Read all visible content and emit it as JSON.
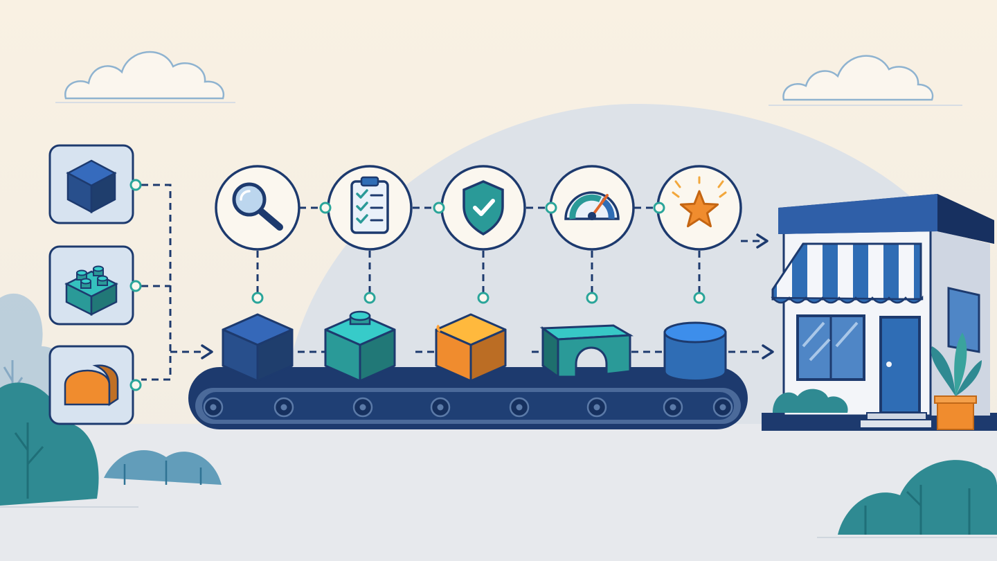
{
  "colors": {
    "sky_top": "#f9f1e3",
    "sky_bottom": "#f2ede4",
    "hill": "#dfe3e8",
    "ground": "#e6e8ec",
    "navy": "#1d3a6e",
    "blue": "#2f6db5",
    "teal": "#2a9a98",
    "orange": "#f08c2e",
    "connector_dot": "#2aa59a",
    "cloud_stroke": "#8fb3d0",
    "bush_dark": "#2f8a92",
    "bush_light": "#6fa7c7"
  },
  "diagram": {
    "inputs": [
      {
        "icon": "cube-icon",
        "color": "#284f8c"
      },
      {
        "icon": "lego-brick-icon",
        "color": "#2a9a98"
      },
      {
        "icon": "dome-block-icon",
        "color": "#f08c2e"
      }
    ],
    "stages": [
      {
        "icon": "magnifier-icon"
      },
      {
        "icon": "checklist-icon"
      },
      {
        "icon": "shield-check-icon"
      },
      {
        "icon": "speedometer-icon"
      },
      {
        "icon": "star-icon"
      }
    ],
    "products": [
      {
        "shape": "cube",
        "color": "#284f8c"
      },
      {
        "shape": "studded-cube",
        "color": "#2a9a98"
      },
      {
        "shape": "rounded-cube",
        "color": "#f08c2e"
      },
      {
        "shape": "arch-block",
        "color": "#2a9a98"
      },
      {
        "shape": "cylinder",
        "color": "#2f6db5"
      }
    ],
    "destination": {
      "icon": "storefront-icon"
    }
  }
}
